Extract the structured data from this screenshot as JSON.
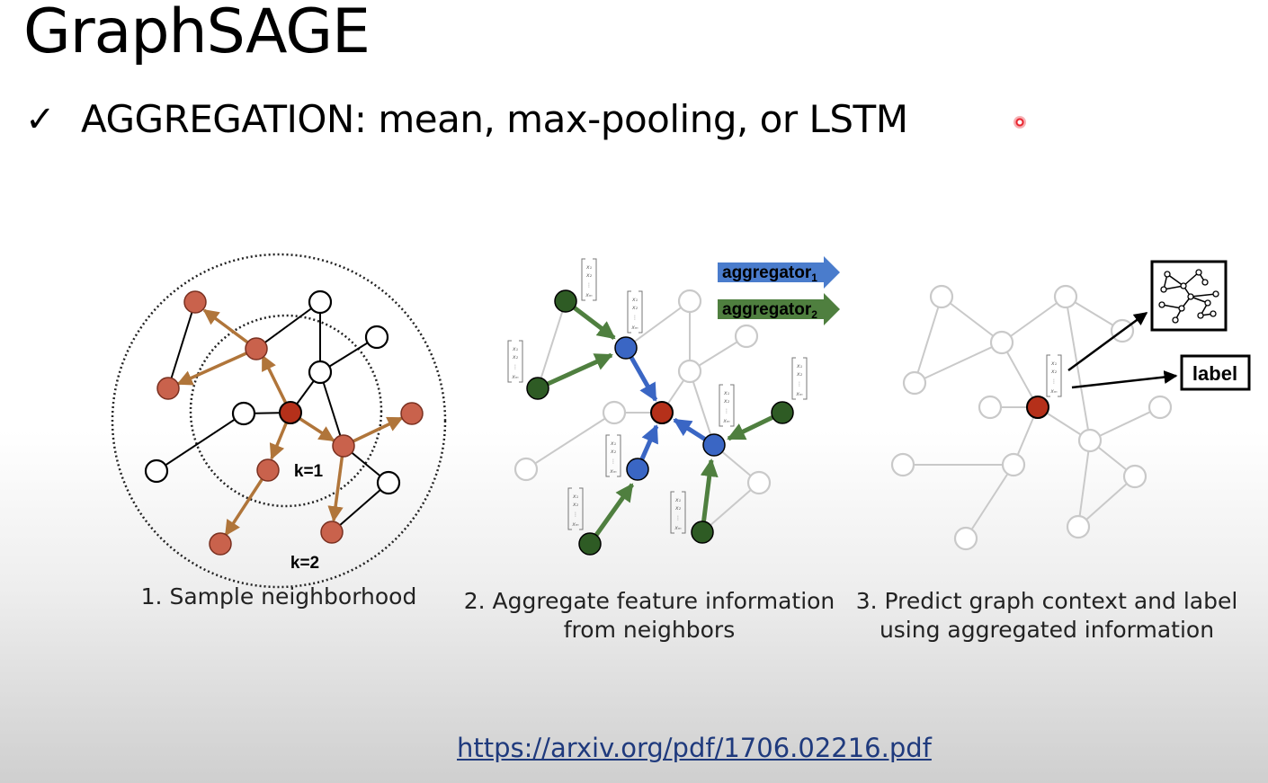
{
  "slide": {
    "title": "GraphSAGE",
    "bullet": "AGGREGATION:  mean, max-pooling, or LSTM",
    "link_text": "https://arxiv.org/pdf/1706.02216.pdf"
  },
  "diagram": {
    "panel1": {
      "k1_label": "k=1",
      "k2_label": "k=2",
      "caption": "1. Sample neighborhood"
    },
    "panel2": {
      "aggregator1_label": "aggregator",
      "aggregator1_sub": "1",
      "aggregator2_label": "aggregator",
      "aggregator2_sub": "2",
      "caption_line1": "2. Aggregate feature information",
      "caption_line2": "from neighbors"
    },
    "panel3": {
      "label_box": "label",
      "caption_line1": "3. Predict graph context and label",
      "caption_line2": "using aggregated information"
    },
    "colors": {
      "target_node": "#b5301a",
      "sampled_node": "#c9624c",
      "sample_edge": "#b0753a",
      "aggregator1": "#4a7ccc",
      "aggregator2": "#4f7f3f",
      "green_node": "#2e5b24",
      "blue_node": "#3a66c4"
    }
  }
}
